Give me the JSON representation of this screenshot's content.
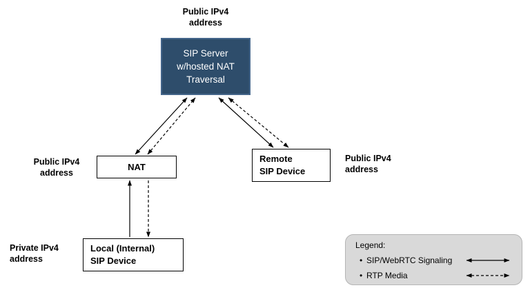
{
  "labels": {
    "server_address": "Public IPv4\naddress",
    "nat_address": "Public IPv4\naddress",
    "remote_address": "Public IPv4\naddress",
    "local_address": "Private IPv4\naddress"
  },
  "nodes": {
    "sip_server": "SIP Server\nw/hosted NAT\nTraversal",
    "nat": "NAT",
    "remote_device": "Remote\nSIP Device",
    "local_device": "Local (Internal)\nSIP Device"
  },
  "legend": {
    "title": "Legend:",
    "bullet": "•",
    "items": [
      {
        "label": "SIP/WebRTC Signaling",
        "line_style": "solid"
      },
      {
        "label": "RTP Media",
        "line_style": "dashed"
      }
    ]
  },
  "colors": {
    "server_fill": "#2e4d6b",
    "server_border": "#44658a",
    "legend_bg": "#d9d9d9",
    "line": "#000000"
  }
}
